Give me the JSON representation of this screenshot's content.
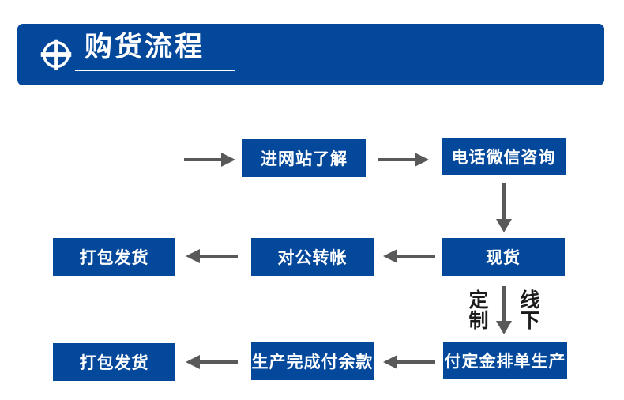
{
  "header": {
    "title": "购货流程",
    "icon": "plus-circle-icon"
  },
  "colors": {
    "primary": "#04489B",
    "arrow": "#595959",
    "branch_label": "#1B1B1B",
    "node_text": "#FFFFFF"
  },
  "flow": {
    "nodes": {
      "visit_site": "进网站了解",
      "phone_wechat": "电话微信咨询",
      "in_stock": "现货",
      "transfer": "对公转帐",
      "pack_ship_1": "打包发货",
      "deposit": "付定金排单生产",
      "balance": "生产完成付余款",
      "pack_ship_2": "打包发货"
    },
    "branch": {
      "left_label": "定制",
      "right_label": "线下"
    }
  }
}
